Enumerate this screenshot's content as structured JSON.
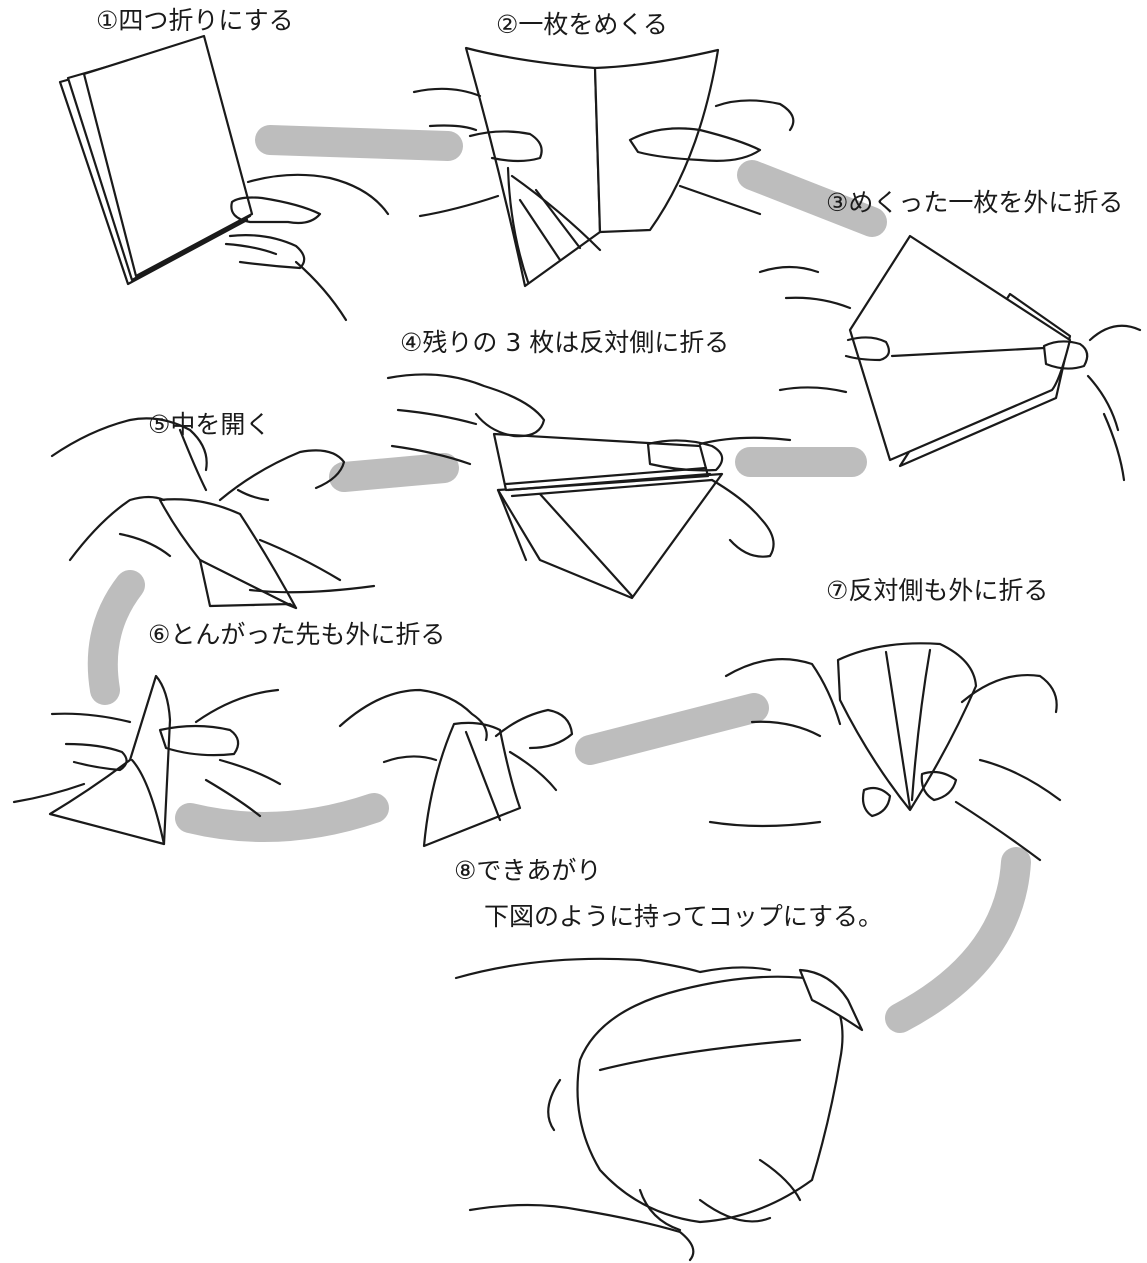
{
  "steps": [
    {
      "id": "s1",
      "label": "①四つ折りにする"
    },
    {
      "id": "s2",
      "label": "②一枚をめくる"
    },
    {
      "id": "s3",
      "label": "③めくった一枚を外に折る"
    },
    {
      "id": "s4",
      "label": "④残りの 3 枚は反対側に折る"
    },
    {
      "id": "s5",
      "label": "⑤中を開く"
    },
    {
      "id": "s6",
      "label": "⑥とんがった先も外に折る"
    },
    {
      "id": "s7",
      "label": "⑦反対側も外に折る"
    },
    {
      "id": "s8",
      "label": "⑧できあがり"
    }
  ],
  "note": "下図のように持ってコップにする。",
  "colors": {
    "ink": "#1a1a1a",
    "arrow": "#bdbdbd",
    "background": "#ffffff"
  }
}
